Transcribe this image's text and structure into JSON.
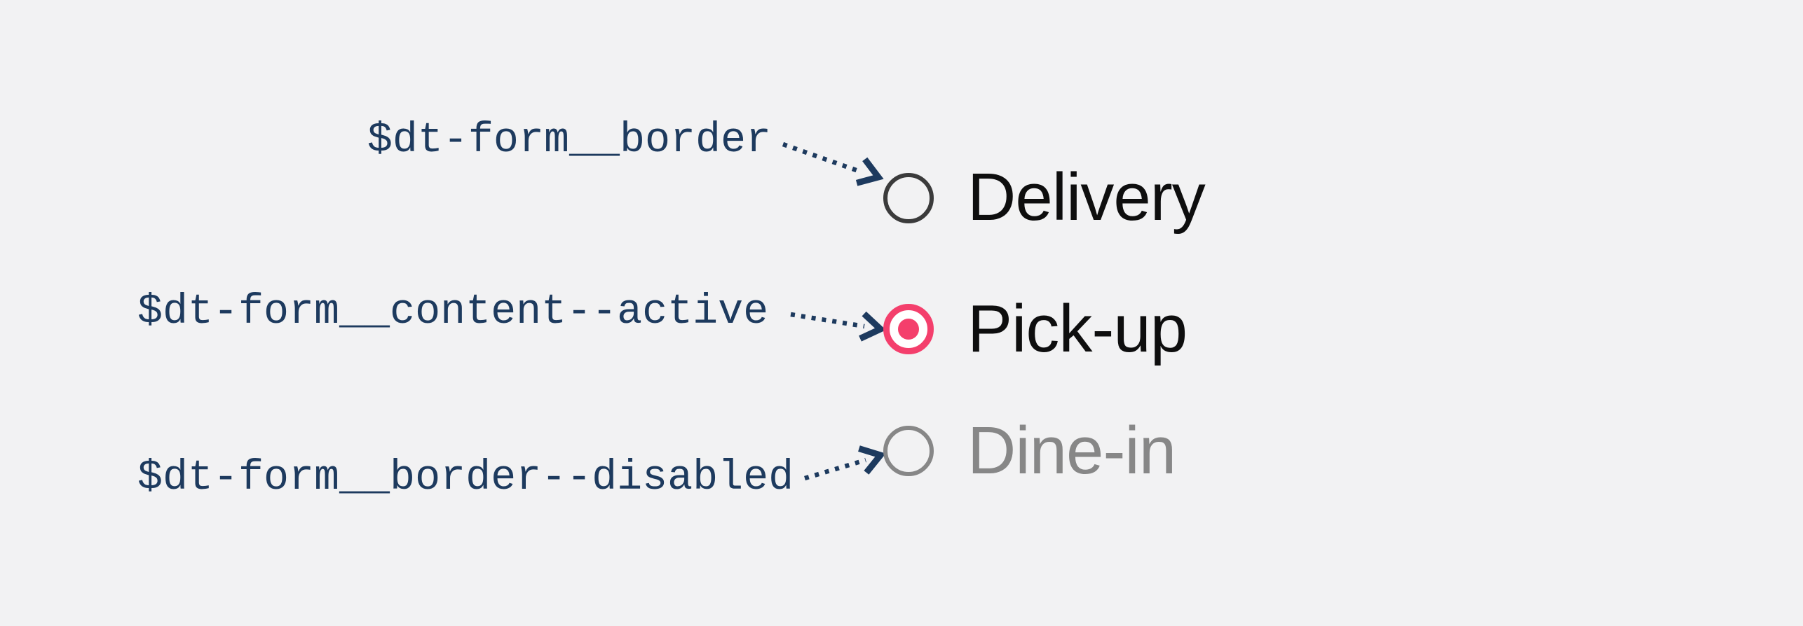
{
  "colors": {
    "background": "#f2f2f3",
    "annotation_navy": "#1d3a5e",
    "active_pink": "#f43f6c",
    "radio_border": "#3b3b3b",
    "disabled_gray": "#878787",
    "label_black": "#0e0e0e"
  },
  "annotations": [
    {
      "token": "$dt-form__border"
    },
    {
      "token": "$dt-form__content--active"
    },
    {
      "token": "$dt-form__border--disabled"
    }
  ],
  "radio_group": {
    "options": [
      {
        "label": "Delivery",
        "state": "unchecked"
      },
      {
        "label": "Pick-up",
        "state": "selected"
      },
      {
        "label": "Dine-in",
        "state": "disabled"
      }
    ]
  }
}
